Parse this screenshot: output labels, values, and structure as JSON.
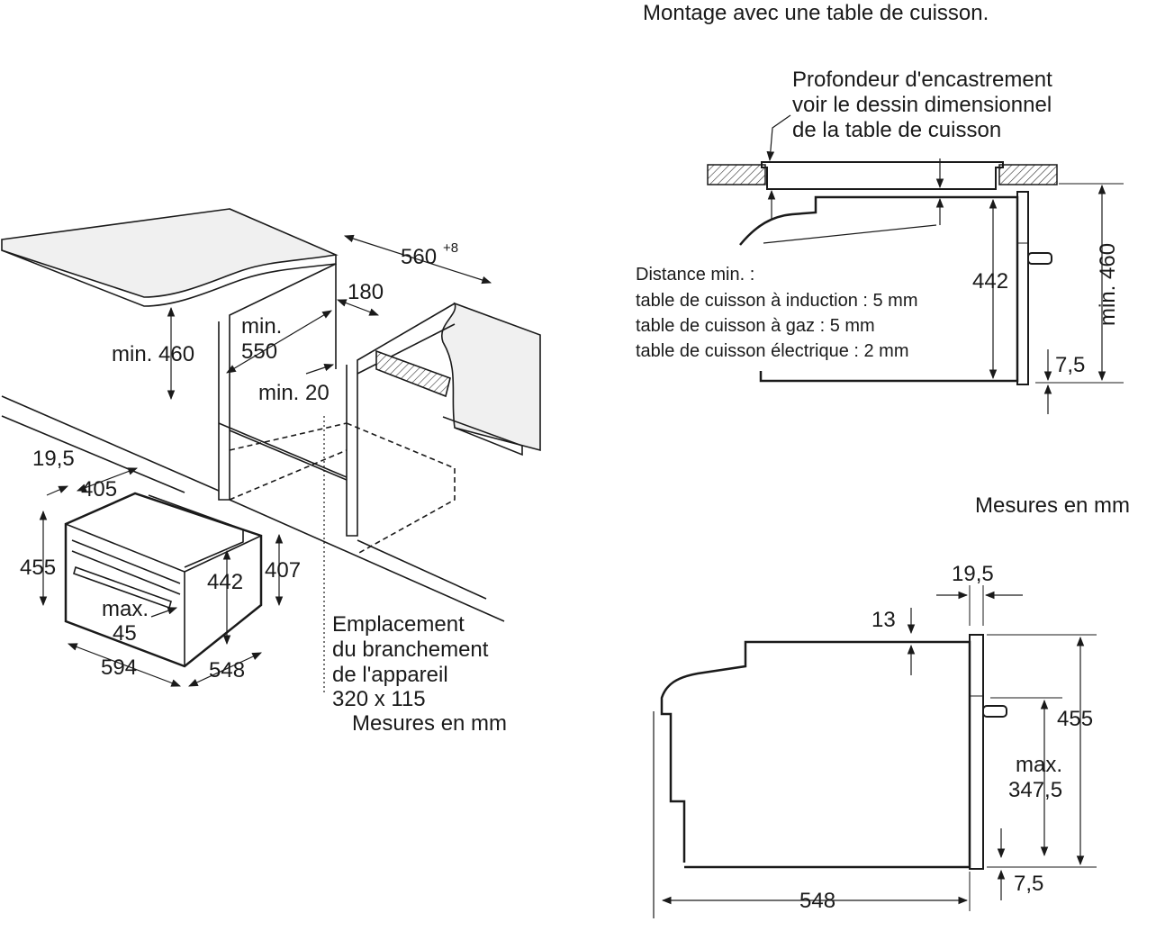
{
  "title": "Montage avec une table de cuisson.",
  "top_right": {
    "depth_note": [
      "Profondeur d'encastrement",
      "voir le dessin dimensionnel",
      "de la table de cuisson"
    ],
    "distance_lines": [
      "Distance min. :",
      "table de cuisson à induction : 5 mm",
      "table de cuisson à gaz : 5 mm",
      "table de cuisson électrique : 2 mm"
    ],
    "dim_442": "442",
    "dim_min460": "min. 460",
    "dim_7_5": "7,5"
  },
  "left": {
    "dim_560": "560",
    "dim_560_sup": "+8",
    "dim_180": "180",
    "dim_min550_a": "min.",
    "dim_min550_b": "550",
    "dim_min460": "min. 460",
    "dim_min20": "min. 20",
    "dim_19_5": "19,5",
    "dim_405": "405",
    "dim_455": "455",
    "dim_442": "442",
    "dim_407": "407",
    "dim_max": "max.",
    "dim_45": "45",
    "dim_594": "594",
    "dim_548": "548",
    "connection_note": [
      "Emplacement",
      "du branchement",
      "de l'appareil",
      "320 x 115"
    ],
    "units": "Mesures en mm"
  },
  "bottom_right": {
    "units": "Mesures en mm",
    "dim_19_5": "19,5",
    "dim_13": "13",
    "dim_455": "455",
    "dim_max": "max.",
    "dim_347_5": "347,5",
    "dim_7_5": "7,5",
    "dim_548": "548"
  }
}
